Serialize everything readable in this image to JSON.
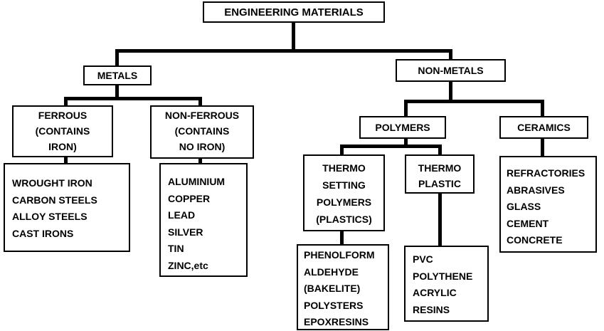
{
  "root": "ENGINEERING MATERIALS",
  "metals": {
    "label": "METALS",
    "ferrous": {
      "lines": [
        "FERROUS",
        "(CONTAINS",
        "IRON)"
      ],
      "items": [
        "WROUGHT IRON",
        "CARBON STEELS",
        "ALLOY STEELS",
        "CAST IRONS"
      ]
    },
    "non_ferrous": {
      "lines": [
        "NON-FERROUS",
        "(CONTAINS",
        "NO IRON)"
      ],
      "items": [
        "ALUMINIUM",
        "COPPER",
        "LEAD",
        "SILVER",
        "TIN",
        "ZINC,etc"
      ]
    }
  },
  "non_metals": {
    "label": "NON-METALS",
    "polymers": {
      "label": "POLYMERS",
      "thermosetting": {
        "lines": [
          "THERMO",
          "SETTING",
          "POLYMERS",
          "(PLASTICS)"
        ],
        "items": [
          "PHENOLFORM",
          "ALDEHYDE",
          "(BAKELITE)",
          "POLYSTERS",
          "EPOXRESINS"
        ]
      },
      "thermoplastic": {
        "lines": [
          "THERMO",
          "PLASTIC"
        ],
        "items": [
          "PVC",
          "POLYTHENE",
          "ACRYLIC",
          "RESINS"
        ]
      }
    },
    "ceramics": {
      "label": "CERAMICS",
      "items": [
        "REFRACTORIES",
        "ABRASIVES",
        "GLASS",
        "CEMENT",
        "CONCRETE"
      ]
    }
  }
}
